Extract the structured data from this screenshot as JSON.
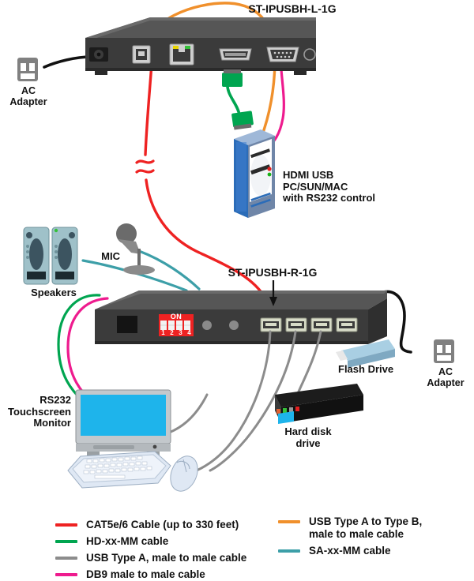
{
  "diagram": {
    "title_top_device": "ST-IPUSBH-L-1G",
    "title_bottom_device": "ST-IPUSBH-R-1G",
    "labels": {
      "ac_adapter_left": "AC\nAdapter",
      "ac_adapter_right": "AC\nAdapter",
      "pc": "HDMI USB\nPC/SUN/MAC\nwith RS232 control",
      "mic": "MIC",
      "speakers": "Speakers",
      "monitor": "RS232\nTouchscreen\nMonitor",
      "flash_drive": "Flash Drive",
      "hard_disk": "Hard disk\ndrive"
    },
    "dip_switch": {
      "on_label": "ON",
      "positions": [
        "1",
        "2",
        "3",
        "4"
      ]
    },
    "colors": {
      "cat5e_red": "#ee2222",
      "hd_green": "#00a550",
      "usb_gray": "#8c8c8c",
      "db9_magenta": "#ee1b8e",
      "usb_orange": "#f0902c",
      "sa_teal": "#3d9fa8",
      "chassis_dark": "#3b3b3b",
      "chassis_top": "#555555",
      "monitor_screen": "#1eb4eb",
      "dip_red": "#ee2222"
    }
  },
  "legend": {
    "left_column": [
      {
        "color": "#ee2222",
        "text": "CAT5e/6 Cable (up to 330 feet)"
      },
      {
        "color": "#00a550",
        "text": "HD-xx-MM cable"
      },
      {
        "color": "#8c8c8c",
        "text": "USB Type A, male to male cable"
      },
      {
        "color": "#ee1b8e",
        "text": "DB9 male to male cable"
      }
    ],
    "right_column": [
      {
        "color": "#f0902c",
        "text": "USB Type A  to Type B,\nmale to male cable"
      },
      {
        "color": "#3d9fa8",
        "text": "SA-xx-MM cable"
      }
    ]
  }
}
